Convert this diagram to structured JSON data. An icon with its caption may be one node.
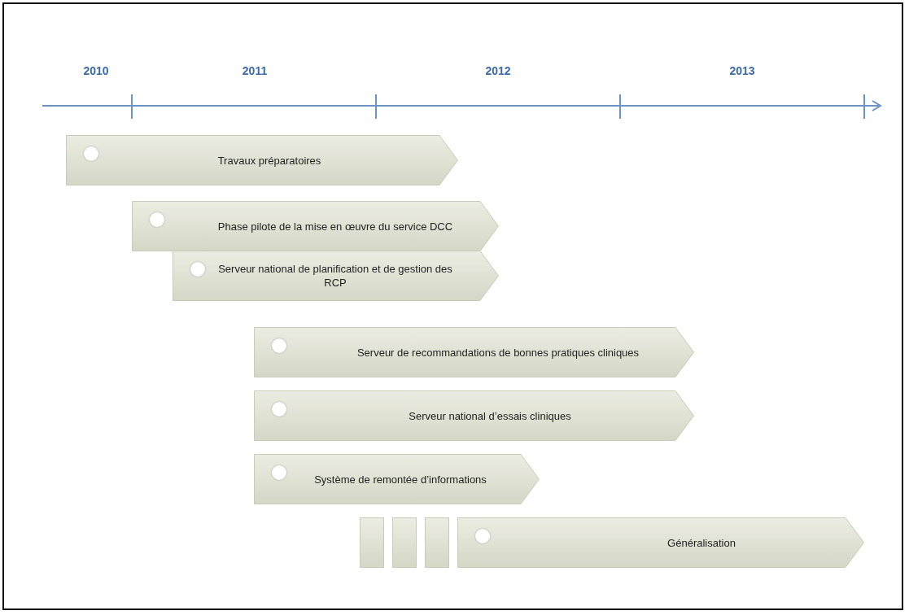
{
  "diagram": {
    "nodes": [
      {
        "text": [
          "Travaux préparatoires"
        ]
      },
      {
        "text": [
          "Phase pilote de la mise en œuvre du service DCC"
        ]
      },
      {
        "text": [
          "Serveur national de planification et de gestion des RCP"
        ]
      },
      {
        "text": [
          "Serveur de recommandations de bonnes pratiques cliniques"
        ]
      },
      {
        "text": [
          "Serveur national d’essais cliniques"
        ]
      },
      {
        "text": [
          "Système de remontée d’informations"
        ]
      },
      {
        "text": [],
        "shape": "box"
      },
      {
        "text": [],
        "shape": "box"
      },
      {
        "text": [],
        "shape": "box"
      },
      {
        "text": [
          "Généralisation"
        ]
      }
    ],
    "edges": [],
    "labels": [
      "2010",
      "2011",
      "2012",
      "2013"
    ]
  }
}
